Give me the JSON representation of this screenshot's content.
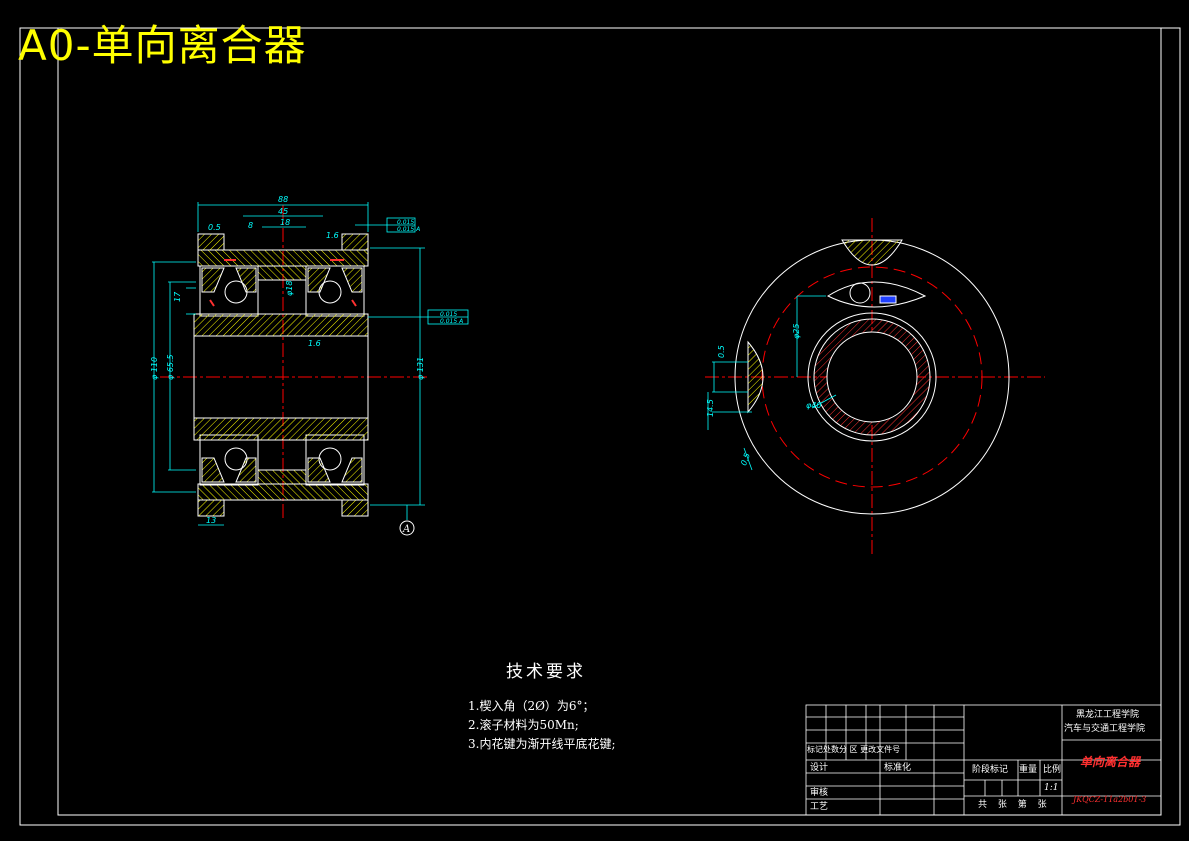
{
  "title": "A0-单向离合器",
  "tech_requirements": {
    "heading": "技术要求",
    "items": [
      "1.楔入角（2Ø）为6°；",
      "2.滚子材料为50Mn;",
      "3.内花键为渐开线平底花键;"
    ]
  },
  "title_block": {
    "school": "黑龙江工程学院",
    "department": "汽车与交通工程学院",
    "drawing_name": "单向离合器",
    "drawing_number": "JKQCZ-11a2b01-3",
    "revision_row": "标记处数分 区 更改文件号",
    "designer_label": "设计",
    "standardization_label": "标准化",
    "stage_mark_label": "阶段标记",
    "weight_label": "重量",
    "scale_label": "比例",
    "scale_value": "1:1",
    "review_label": "审核",
    "process_label": "工艺",
    "sheets_label": "共 张 第 张"
  },
  "dimensions": {
    "overall_width": "88",
    "inner_width": "45",
    "center_width": "18",
    "offset_small": "8",
    "chamfer_left": "0.5",
    "chamfer_right": "1.6",
    "bore_dia": "φ18",
    "taper_mark": "1.6",
    "left_dia": "φ 110",
    "left_dia2": "φ 65.5",
    "right_dia": "φ 131",
    "section_height": "17",
    "bottom_step": "13",
    "datum": "A",
    "fcf1_a": "0.015",
    "fcf1_b": "0.015 A",
    "fcf2_a": "0.015",
    "fcf2_b": "0.015 A",
    "side_rounded": "φ25",
    "side_dim1": "0.5",
    "side_dim2": "14.5",
    "side_dim3": "φ40",
    "side_dim4": "0.5"
  },
  "colors": {
    "title": "#ffff00",
    "lines": "#ffffff",
    "hatch": "#ffff00",
    "dimension": "#00ffff",
    "centerline": "#ff0000",
    "background": "#000000"
  }
}
